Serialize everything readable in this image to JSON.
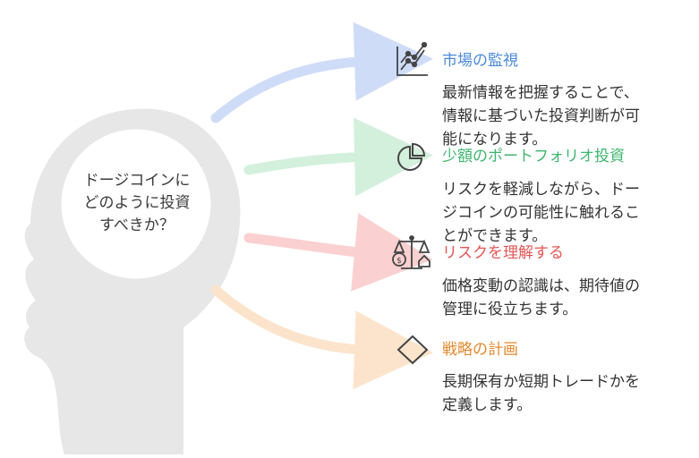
{
  "center": {
    "lines": [
      "ドージコインに",
      "どのように投資",
      "すべきか？"
    ]
  },
  "items": [
    {
      "title": "市場の監視",
      "title_color": "#4a8ad9",
      "arrow_color": "#cfdcf8",
      "icon": "line-chart-icon",
      "desc_lines": [
        "最新情報を把握することで、",
        "情報に基づいた投資判断が可",
        "能になります。"
      ]
    },
    {
      "title": "少額のポートフォリオ投資",
      "title_color": "#3eb66e",
      "arrow_color": "#d3f0dd",
      "icon": "pie-chart-icon",
      "desc_lines": [
        "リスクを軽減しながら、ドー",
        "ジコインの可能性に触れるこ",
        "とができます。"
      ]
    },
    {
      "title": "リスクを理解する",
      "title_color": "#e55555",
      "arrow_color": "#fbd0d0",
      "icon": "balance-scale-icon",
      "desc_lines": [
        "価格変動の認識は、期待値の",
        "管理に役立ちます。"
      ]
    },
    {
      "title": "戦略の計画",
      "title_color": "#e08a2e",
      "arrow_color": "#fce4cc",
      "icon": "diamond-icon",
      "desc_lines": [
        "長期保有か短期トレードかを",
        "定義します。"
      ]
    }
  ]
}
